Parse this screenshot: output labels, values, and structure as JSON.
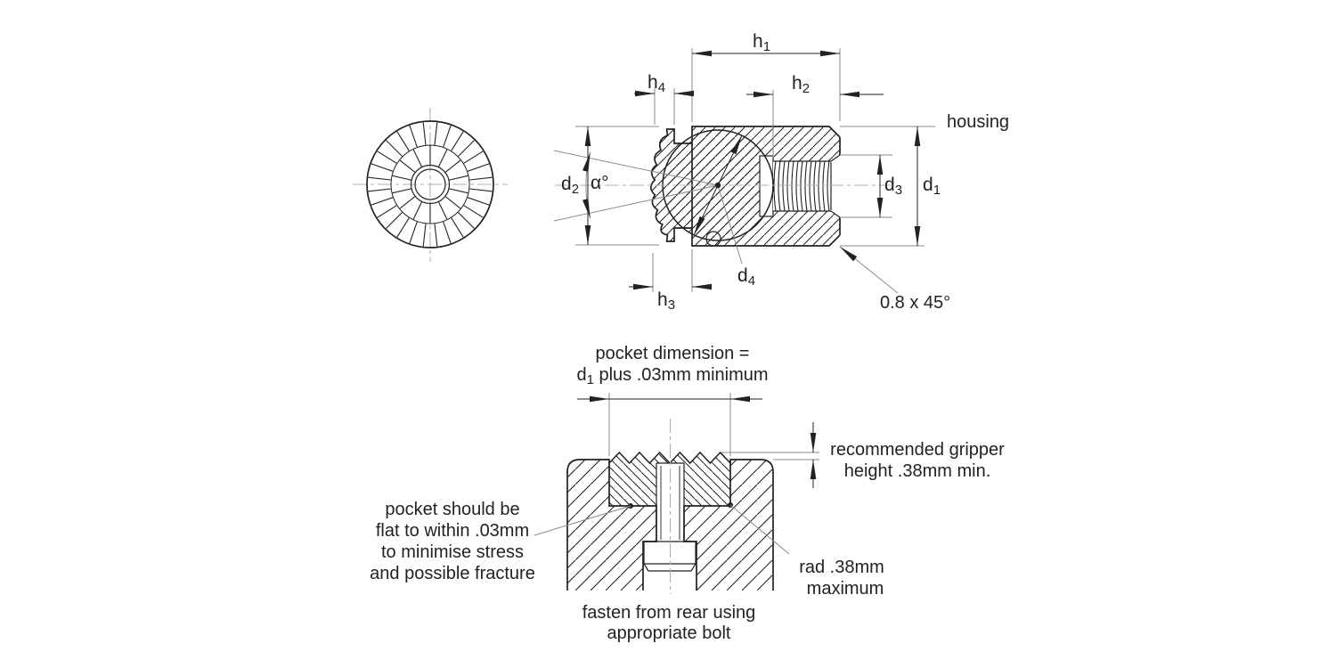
{
  "drawing": {
    "title": "swivel gripper installation drawing",
    "colors": {
      "line": "#222222",
      "thin_line": "#8a8a8a",
      "centerline": "#b0b0b0",
      "background": "#ffffff"
    }
  },
  "labels": {
    "h1": {
      "base": "h",
      "sub": "1"
    },
    "h2": {
      "base": "h",
      "sub": "2"
    },
    "h3": {
      "base": "h",
      "sub": "3"
    },
    "h4": {
      "base": "h",
      "sub": "4"
    },
    "d1": {
      "base": "d",
      "sub": "1"
    },
    "d2": {
      "base": "d",
      "sub": "2"
    },
    "d3": {
      "base": "d",
      "sub": "3"
    },
    "d4": {
      "base": "d",
      "sub": "4"
    },
    "alpha": "α°",
    "housing": "housing",
    "chamfer": "0.8 x 45°"
  },
  "annotations": {
    "pocket_dimension": {
      "line1": "pocket dimension =",
      "line2_base": "d",
      "line2_sub": "1",
      "line2_rest": " plus .03mm minimum"
    },
    "gripper_height": {
      "line1": "recommended gripper",
      "line2": "height .38mm min."
    },
    "pocket_flat": {
      "line1": "pocket should be",
      "line2": "flat to within .03mm",
      "line3": "to minimise stress",
      "line4": "and possible fracture"
    },
    "radius": {
      "line1": "rad .38mm",
      "line2": "maximum"
    },
    "fasten": {
      "line1": "fasten from rear using",
      "line2": "appropriate bolt"
    }
  }
}
